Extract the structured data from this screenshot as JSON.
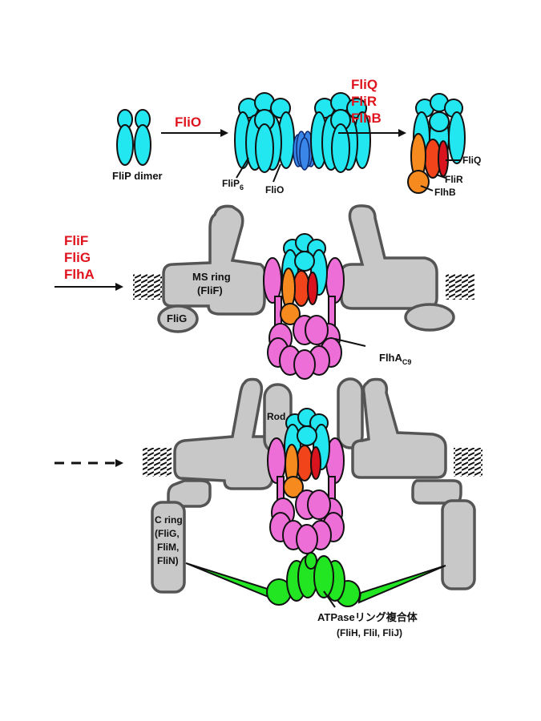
{
  "diagram": {
    "title": "Flagellar type III export apparatus assembly",
    "step1": {
      "fliP_dimer_label": "FliP dimer",
      "arrow1_label": "FliO",
      "fliP6_label": "FliP",
      "fliP6_subscript": "6",
      "fliO_label": "FliO",
      "arrow2_labels": [
        "FliQ",
        "FliR",
        "FlhB"
      ],
      "fliQ_label": "FliQ",
      "fliR_label": "FliR",
      "flhB_label": "FlhB"
    },
    "step2": {
      "arrow_labels": [
        "FliF",
        "FliG",
        "FlhA"
      ],
      "ms_ring_label": "MS ring",
      "ms_ring_sub": "(FliF)",
      "fliG_label": "FliG",
      "flhA_label": "FlhA",
      "flhA_subscript": "C9"
    },
    "step3": {
      "arrow_style": "dashed",
      "rod_label": "Rod",
      "c_ring_lines": [
        "C ring",
        "(FliG,",
        "FliM,",
        "FliN)"
      ],
      "atpase_label": "ATPaseリング複合体",
      "atpase_sub": "(FliH, FliI, FliJ)"
    },
    "colors": {
      "label_red": "#e0141e",
      "fliP": "#22e6f0",
      "fliO": "#3a86e8",
      "flhB": "#f78a1e",
      "fliR": "#f2441a",
      "fliQ": "#d9141e",
      "flhA": "#ee6ed8",
      "ring": "#c8c8c8",
      "atpase": "#22e622"
    }
  }
}
